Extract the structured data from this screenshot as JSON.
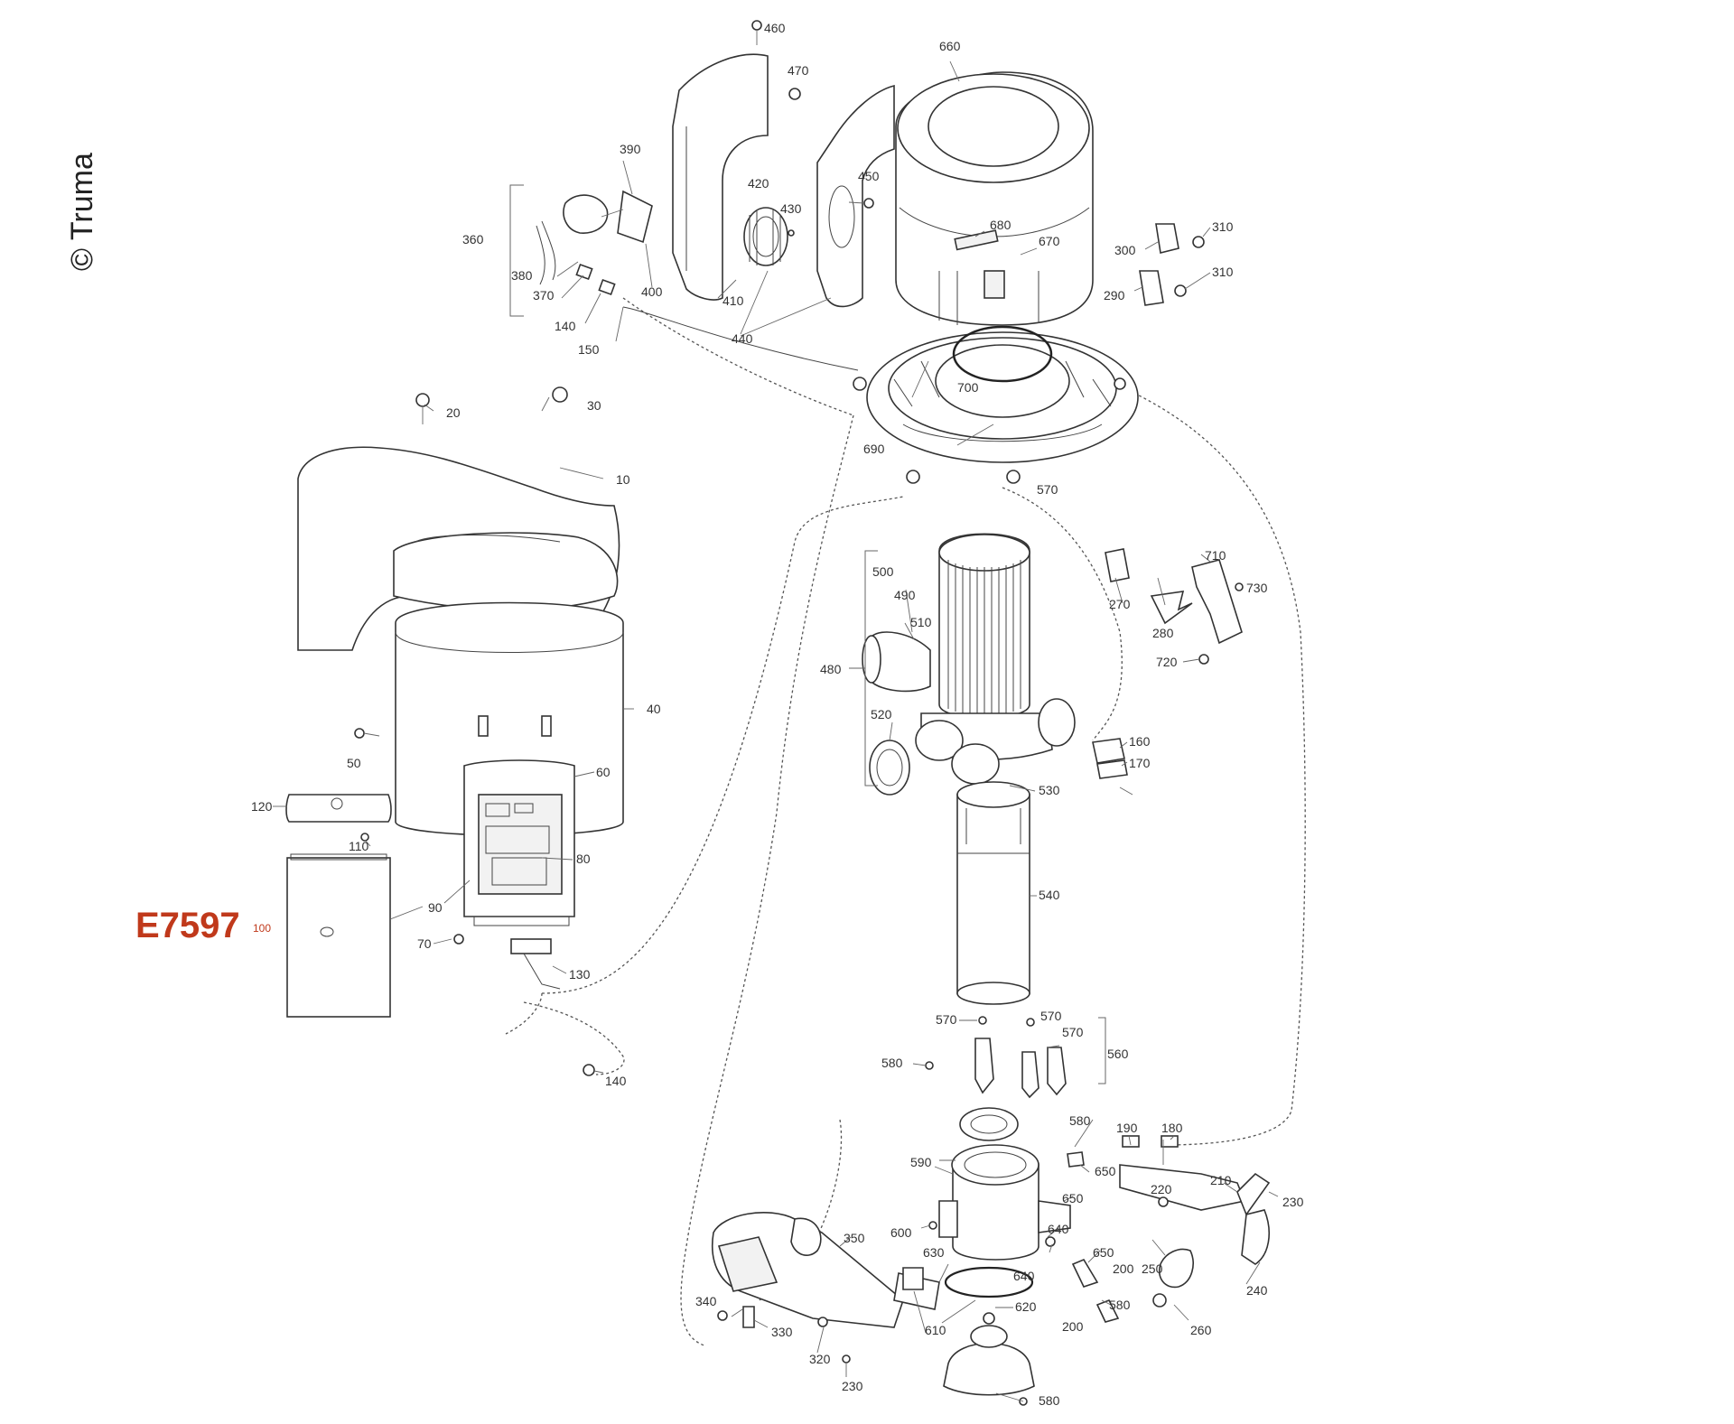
{
  "copyright": "© Truma",
  "highlight": {
    "code": "E7597",
    "part_number": "100"
  },
  "labels": {
    "l10": "10",
    "l20": "20",
    "l30": "30",
    "l40": "40",
    "l50": "50",
    "l60": "60",
    "l70": "70",
    "l80": "80",
    "l90": "90",
    "l110": "110",
    "l120": "120",
    "l130": "130",
    "l140a": "140",
    "l140b": "140",
    "l150": "150",
    "l160": "160",
    "l170": "170",
    "l180": "180",
    "l190": "190",
    "l200a": "200",
    "l200b": "200",
    "l210": "210",
    "l220": "220",
    "l230a": "230",
    "l230b": "230",
    "l240": "240",
    "l250": "250",
    "l260": "260",
    "l270": "270",
    "l280": "280",
    "l290": "290",
    "l300": "300",
    "l310a": "310",
    "l310b": "310",
    "l320": "320",
    "l330": "330",
    "l340": "340",
    "l350": "350",
    "l360": "360",
    "l370": "370",
    "l380": "380",
    "l390": "390",
    "l400": "400",
    "l410": "410",
    "l420": "420",
    "l430": "430",
    "l440": "440",
    "l450": "450",
    "l460": "460",
    "l470": "470",
    "l480": "480",
    "l490": "490",
    "l500": "500",
    "l510": "510",
    "l520": "520",
    "l530": "530",
    "l540": "540",
    "l560": "560",
    "l570a": "570",
    "l570b": "570",
    "l570c": "570",
    "l570d": "570",
    "l580a": "580",
    "l580b": "580",
    "l580c": "580",
    "l580d": "580",
    "l590": "590",
    "l600": "600",
    "l610": "610",
    "l620": "620",
    "l630": "630",
    "l640a": "640",
    "l640b": "640",
    "l650a": "650",
    "l650b": "650",
    "l650c": "650",
    "l660": "660",
    "l670": "670",
    "l680": "680",
    "l690": "690",
    "l700": "700",
    "l710": "710",
    "l720": "720",
    "l730": "730"
  }
}
